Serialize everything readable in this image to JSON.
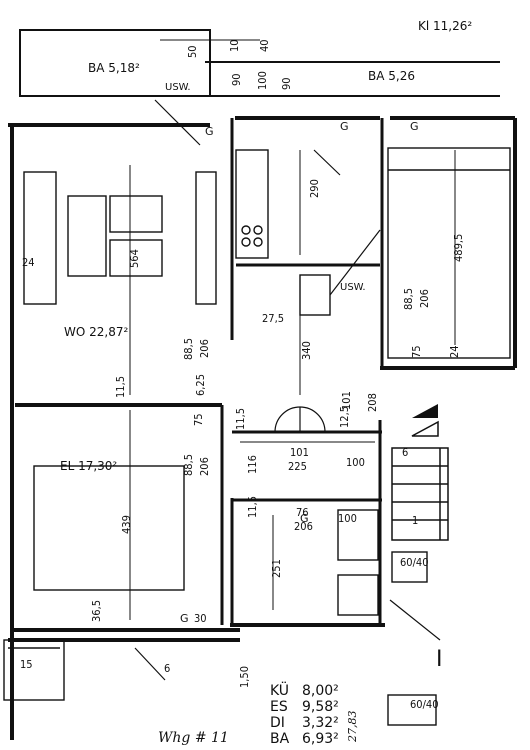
{
  "rooms": {
    "ba_upper_left": "BA 5,18²",
    "usw_upper": "USW.",
    "ba_upper_right": "BA 5,26",
    "kl": "Kl 11,26²",
    "wo": "WO 22,87²",
    "el": "EL 17,30²",
    "usw_mid": "USW.",
    "g": "G"
  },
  "dimensions": {
    "d50": "50",
    "d10": "10",
    "d40": "40",
    "d90": "90",
    "d100": "100",
    "d90b": "90",
    "d290": "290",
    "d4895": "489,5",
    "d564": "564",
    "d24a": "24",
    "d885a": "88,5",
    "d206a": "206",
    "d340": "340",
    "d115a": "11,5",
    "d625": "6,25",
    "d885b": "88,5",
    "d206b": "206",
    "d75a": "75",
    "d24b": "24",
    "d208": "208",
    "d101a": "101",
    "d125": "12,5",
    "d115b": "11,5",
    "d75b": "75",
    "d101b": "101",
    "d225": "225",
    "d100b": "100",
    "d116": "116",
    "d885c": "88,5",
    "d206c": "206",
    "d439": "439",
    "d115c": "11,5",
    "d76": "76",
    "d206d": "206",
    "d100c": "100",
    "d251": "251",
    "d365": "36,5",
    "d6a": "6",
    "d15": "15",
    "d6b": "6",
    "d150": "1,50",
    "d6040a": "60/40",
    "d6040b": "60/40",
    "d1": "1",
    "d30": "30",
    "d275a": "27,5"
  },
  "area_list": [
    {
      "code": "KÜ",
      "value": "8,00²"
    },
    {
      "code": "ES",
      "value": "9,58²"
    },
    {
      "code": "DI",
      "value": "3,32²"
    },
    {
      "code": "BA",
      "value": "6,93²"
    }
  ],
  "area_total": "27,83",
  "footer_note": "Whg # 11",
  "marker_i": "I"
}
